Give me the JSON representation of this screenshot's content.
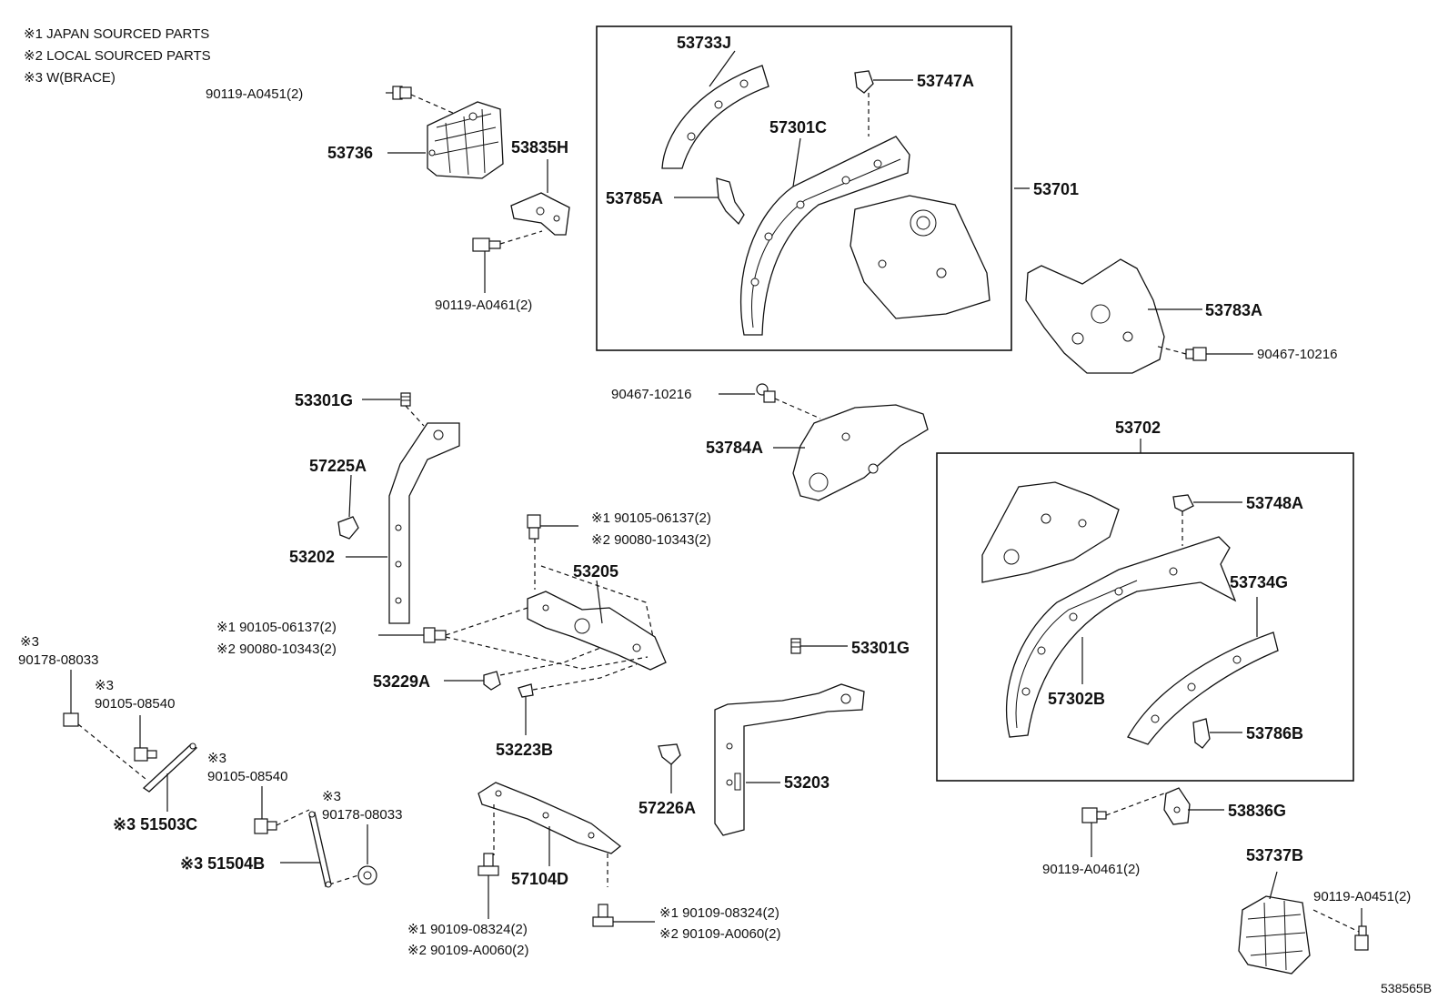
{
  "notes": [
    "※1 JAPAN SOURCED PARTS",
    "※2 LOCAL SOURCED PARTS",
    "※3 W(BRACE)"
  ],
  "labels": {
    "p53733J": "53733J",
    "p53747A": "53747A",
    "p57301C": "57301C",
    "p53785A": "53785A",
    "p53701": "53701",
    "p90119_A0451_a": "90119-A0451(2)",
    "p53736": "53736",
    "p53835H": "53835H",
    "p90119_A0461_a": "90119-A0461(2)",
    "p53783A": "53783A",
    "p90467_10216_a": "90467-10216",
    "p90467_10216_b": "90467-10216",
    "p53784A": "53784A",
    "p53301G_a": "53301G",
    "p57225A": "57225A",
    "p53202": "53202",
    "p90105_06137_a": "※1 90105-06137(2)",
    "p90080_10343_a": "※2 90080-10343(2)",
    "p53205": "53205",
    "p90105_06137_b": "※1 90105-06137(2)",
    "p90080_10343_b": "※2 90080-10343(2)",
    "p53229A": "53229A",
    "p53223B": "53223B",
    "p53702": "53702",
    "p53748A": "53748A",
    "p53734G": "53734G",
    "p57302B": "57302B",
    "p53786B": "53786B",
    "p53301G_b": "53301G",
    "p53203": "53203",
    "p57226A": "57226A",
    "p53836G": "53836G",
    "p90119_A0461_b": "90119-A0461(2)",
    "p53737B": "53737B",
    "p90119_A0451_b": "90119-A0451(2)",
    "p90178_08033_a_mark": "※3",
    "p90178_08033_a": "90178-08033",
    "p90105_08540_a_mark": "※3",
    "p90105_08540_a": "90105-08540",
    "p90105_08540_b_mark": "※3",
    "p90105_08540_b": "90105-08540",
    "p51503C": "※3 51503C",
    "p90178_08033_b_mark": "※3",
    "p90178_08033_b": "90178-08033",
    "p51504B": "※3 51504B",
    "p57104D": "57104D",
    "p90109_08324_a": "※1 90109-08324(2)",
    "p90109_A0060_a": "※2 90109-A0060(2)",
    "p90109_08324_b": "※1 90109-08324(2)",
    "p90109_A0060_b": "※2 90109-A0060(2)",
    "catalog_id": "538565B"
  }
}
